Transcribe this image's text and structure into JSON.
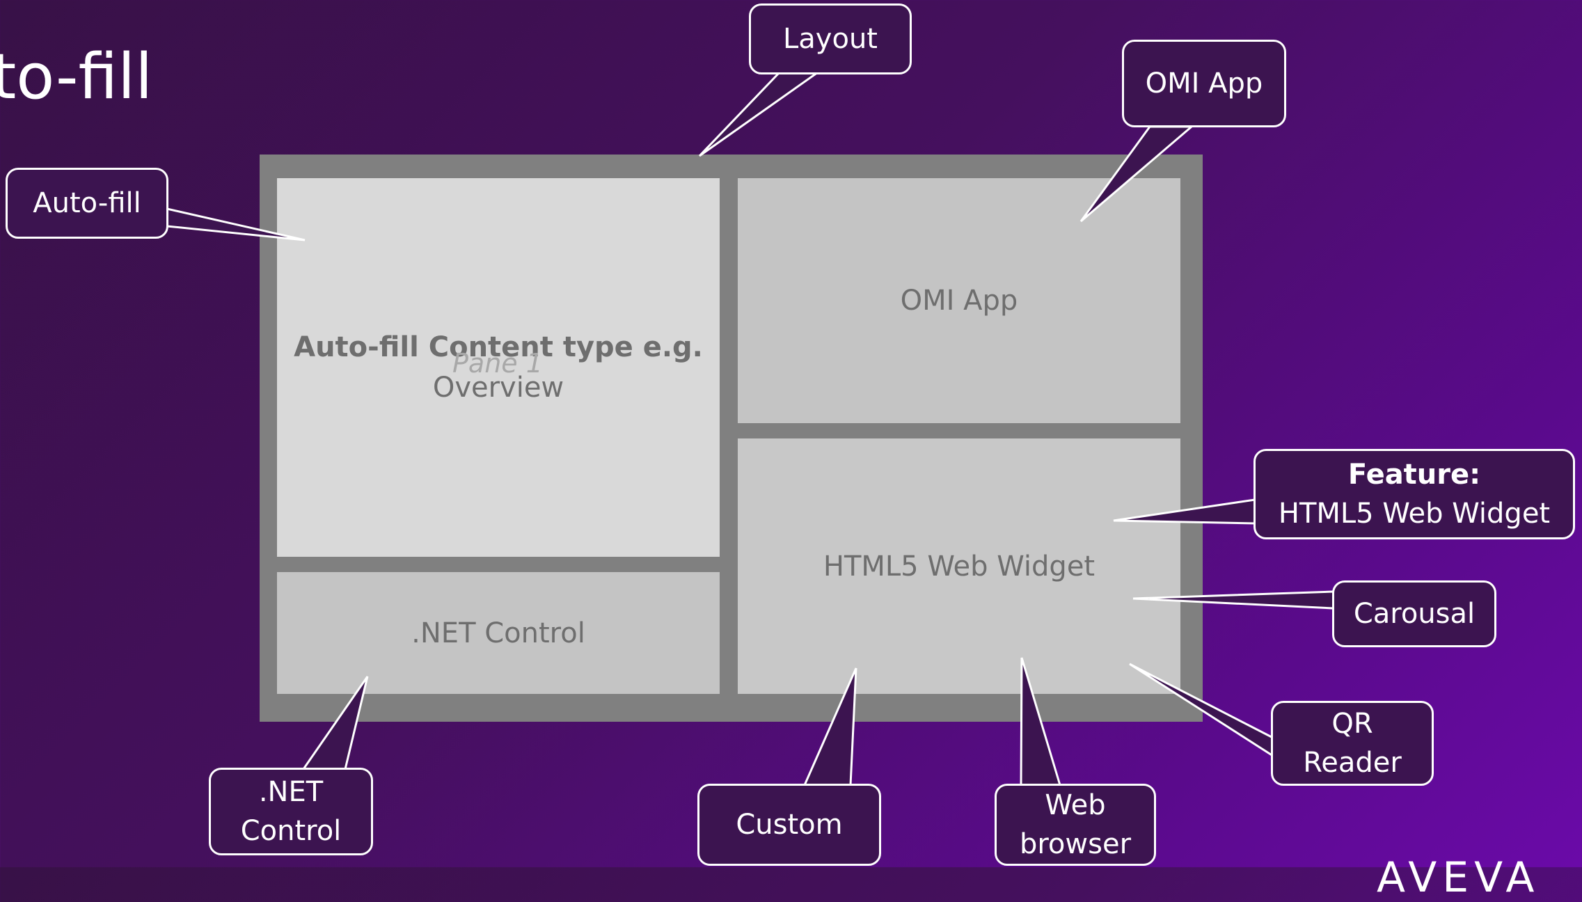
{
  "page": {
    "title": "to-fill"
  },
  "panes": {
    "pane1": {
      "line1": "Auto-fill Content type e.g.",
      "line2": "Overview",
      "watermark": "Pane 1"
    },
    "omi": {
      "label": "OMI App"
    },
    "html5": {
      "label": "HTML5 Web Widget"
    },
    "net": {
      "label": ".NET Control"
    }
  },
  "callouts": {
    "layout": "Layout",
    "omi_app": "OMI App",
    "auto_fill": "Auto-fill",
    "feature": {
      "title": "Feature:",
      "text": "HTML5 Web Widget"
    },
    "carousal": "Carousal",
    "qr": {
      "line1": "QR",
      "line2": "Reader"
    },
    "net": {
      "line1": ".NET",
      "line2": "Control"
    },
    "custom": "Custom",
    "web": {
      "line1": "Web",
      "line2": "browser"
    }
  },
  "logo": "AVEVA",
  "colors": {
    "background": "#45105e",
    "frame": "#808080",
    "callout_fill": "#3c1450",
    "callout_border": "#ffffff"
  }
}
